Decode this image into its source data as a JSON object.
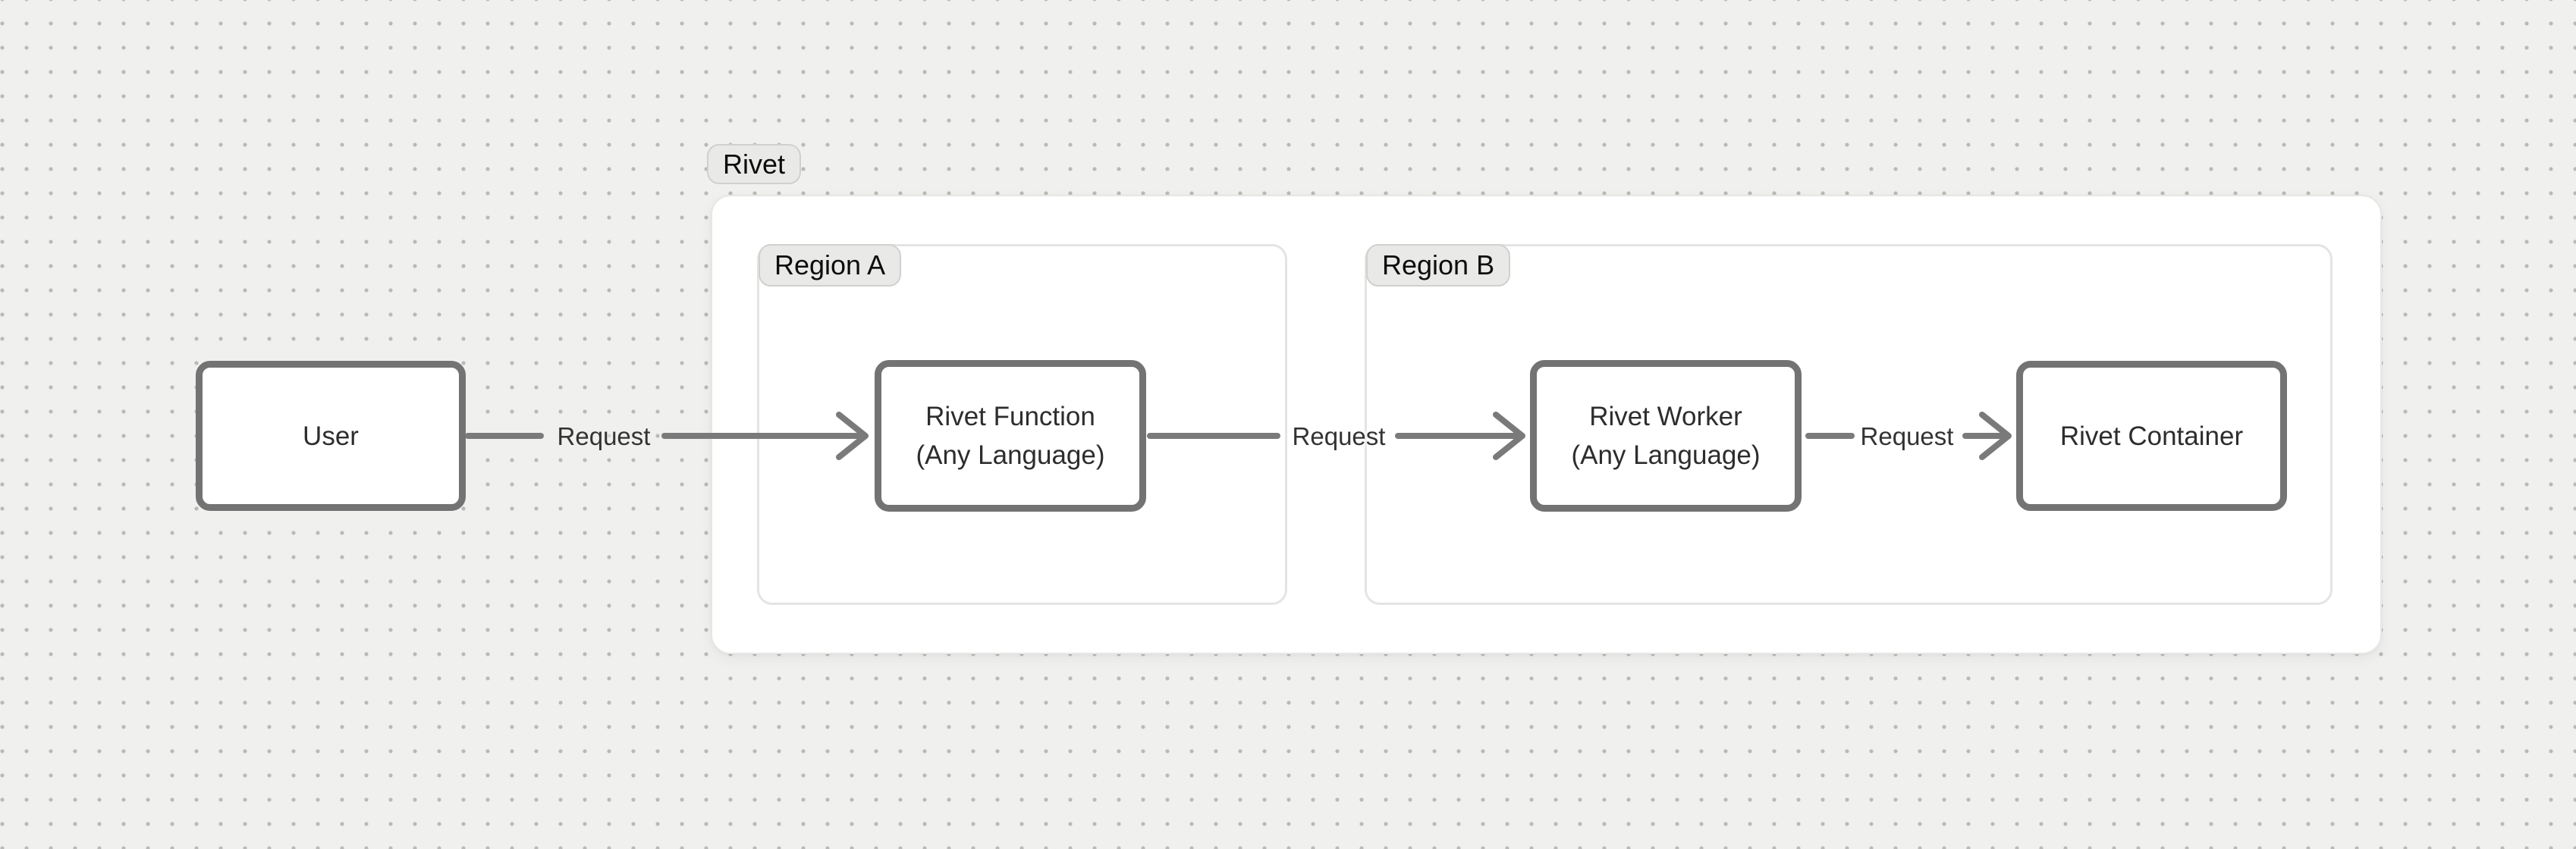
{
  "diagram": {
    "group": {
      "label": "Rivet"
    },
    "regions": [
      {
        "label": "Region A"
      },
      {
        "label": "Region B"
      }
    ],
    "nodes": [
      {
        "id": "user",
        "title": "User",
        "subtitle": ""
      },
      {
        "id": "rivet-function",
        "title": "Rivet Function",
        "subtitle": "(Any Language)"
      },
      {
        "id": "rivet-worker",
        "title": "Rivet Worker",
        "subtitle": "(Any Language)"
      },
      {
        "id": "rivet-container",
        "title": "Rivet Container",
        "subtitle": ""
      }
    ],
    "edges": [
      {
        "from": "user",
        "to": "rivet-function",
        "label": "Request"
      },
      {
        "from": "rivet-function",
        "to": "rivet-worker",
        "label": "Request"
      },
      {
        "from": "rivet-worker",
        "to": "rivet-container",
        "label": "Request"
      }
    ],
    "colors": {
      "canvas_bg": "#f0f0ee",
      "dot": "#b9b9b7",
      "group_bg": "#ffffff",
      "region_border": "#e6e4e2",
      "badge_bg": "#e9e9e7",
      "badge_border": "#d2d0ce",
      "node_border": "#737373",
      "node_text": "#2d2d2d",
      "edge": "#7a7a7a",
      "edge_label_text": "#333333"
    }
  }
}
